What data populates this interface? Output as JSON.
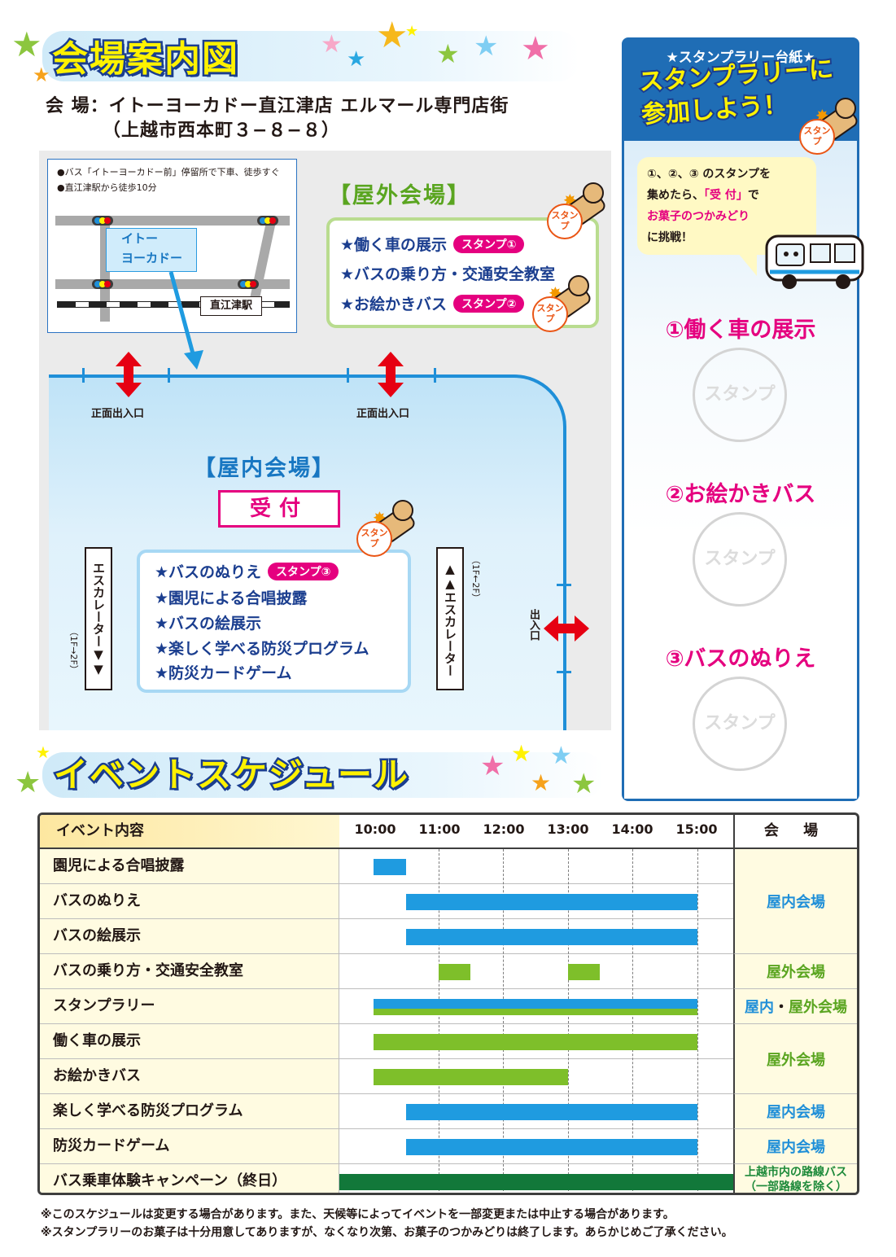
{
  "map_section": {
    "title": "会場案内図"
  },
  "venue": {
    "line1": "会 場：イトーヨーカドー直江津店 エルマール専門店街",
    "line2": "（上越市西本町３−８−８）"
  },
  "inset_map": {
    "note1": "●バス「イトーヨーカドー前」停留所で下車、徒歩すぐ",
    "note2": "●直江津駅から徒歩10分",
    "store_line1": "イトー",
    "store_line2": "ヨーカドー",
    "station": "直江津駅"
  },
  "entrances": {
    "front_1": "正面出入口",
    "front_2": "正面出入口",
    "side": "出入口"
  },
  "outdoor": {
    "title": "【屋外会場】",
    "items": [
      {
        "text": "★働く車の展示",
        "stamp": "スタンプ①"
      },
      {
        "text": "★バスの乗り方・交通安全教室",
        "stamp": ""
      },
      {
        "text": "★お絵かきバス",
        "stamp": "スタンプ②"
      }
    ]
  },
  "indoor": {
    "title": "【屋内会場】",
    "reception": "受付",
    "items": [
      {
        "text": "★バスのぬりえ",
        "stamp": "スタンプ③"
      },
      {
        "text": "★園児による合唱披露",
        "stamp": ""
      },
      {
        "text": "★バスの絵展示",
        "stamp": ""
      },
      {
        "text": "★楽しく学べる防災プログラム",
        "stamp": ""
      },
      {
        "text": "★防災カードゲーム",
        "stamp": ""
      }
    ],
    "escalator_left": "エスカレーター▼▼",
    "escalator_left_floor": "（1F→2F）",
    "escalator_right": "▲▲エスカレーター",
    "escalator_right_floor": "（1F←2F）"
  },
  "stamp_seal": "スタンプ",
  "stamp_rally": {
    "subtitle": "★スタンプラリー台紙★",
    "title_line1": "スタンプラリーに",
    "title_line2": "参加しよう！",
    "bubble_line1": "①、②、③ のスタンプを",
    "bubble_line2a": "集めたら、",
    "bubble_line2b": "「受 付」",
    "bubble_line2c": "で",
    "bubble_line3": "お菓子のつかみどり",
    "bubble_line4": "に挑戦！",
    "items": [
      "①働く車の展示",
      "②お絵かきバス",
      "③バスのぬりえ"
    ],
    "stamp_placeholder": "スタンプ"
  },
  "schedule_section": {
    "title": "イベントスケジュール"
  },
  "schedule": {
    "header_event": "イベント内容",
    "header_venue": "会 場",
    "times": [
      "10:00",
      "11:00",
      "12:00",
      "13:00",
      "14:00",
      "15:00"
    ],
    "rows": [
      {
        "name": "園児による合唱披露",
        "color": "#1f9be0",
        "bars": [
          [
            10.0,
            10.5
          ]
        ]
      },
      {
        "name": "バスのぬりえ",
        "color": "#1f9be0",
        "bars": [
          [
            10.5,
            15.0
          ]
        ]
      },
      {
        "name": "バスの絵展示",
        "color": "#1f9be0",
        "bars": [
          [
            10.5,
            15.0
          ]
        ]
      },
      {
        "name": "バスの乗り方・交通安全教室",
        "color": "#7ebf2a",
        "bars": [
          [
            11.0,
            11.5
          ],
          [
            13.0,
            13.5
          ]
        ]
      },
      {
        "name": "スタンプラリー",
        "color": "#1f9be0",
        "bars": [
          [
            10.0,
            15.0
          ]
        ]
      },
      {
        "name": "働く車の展示",
        "color": "#7ebf2a",
        "bars": [
          [
            10.0,
            15.0
          ]
        ]
      },
      {
        "name": "お絵かきバス",
        "color": "#7ebf2a",
        "bars": [
          [
            10.0,
            13.0
          ]
        ]
      },
      {
        "name": "楽しく学べる防災プログラム",
        "color": "#1f9be0",
        "bars": [
          [
            10.5,
            15.0
          ]
        ]
      },
      {
        "name": "防災カードゲーム",
        "color": "#1f9be0",
        "bars": [
          [
            10.5,
            15.0
          ]
        ]
      },
      {
        "name": "バス乗車体験キャンペーン（終日）",
        "color": "#12783a",
        "bars": [
          [
            "all-day"
          ]
        ]
      }
    ],
    "venues": {
      "indoor_1": "屋内会場",
      "outdoor_1": "屋外会場",
      "both_a": "屋内",
      "both_sep": "・",
      "both_b": "屋外会場",
      "outdoor_2": "屋外会場",
      "indoor_2": "屋内会場",
      "indoor_3": "屋内会場",
      "bus_line1": "上越市内の路線バス",
      "bus_line2": "（一部路線を除く）"
    }
  },
  "footnotes": [
    "※このスケジュールは変更する場合があります。また、天候等によってイベントを一部変更または中止する場合があります。",
    "※スタンプラリーのお菓子は十分用意してありますが、なくなり次第、お菓子のつかみどりは終了します。あらかじめご了承ください。"
  ]
}
